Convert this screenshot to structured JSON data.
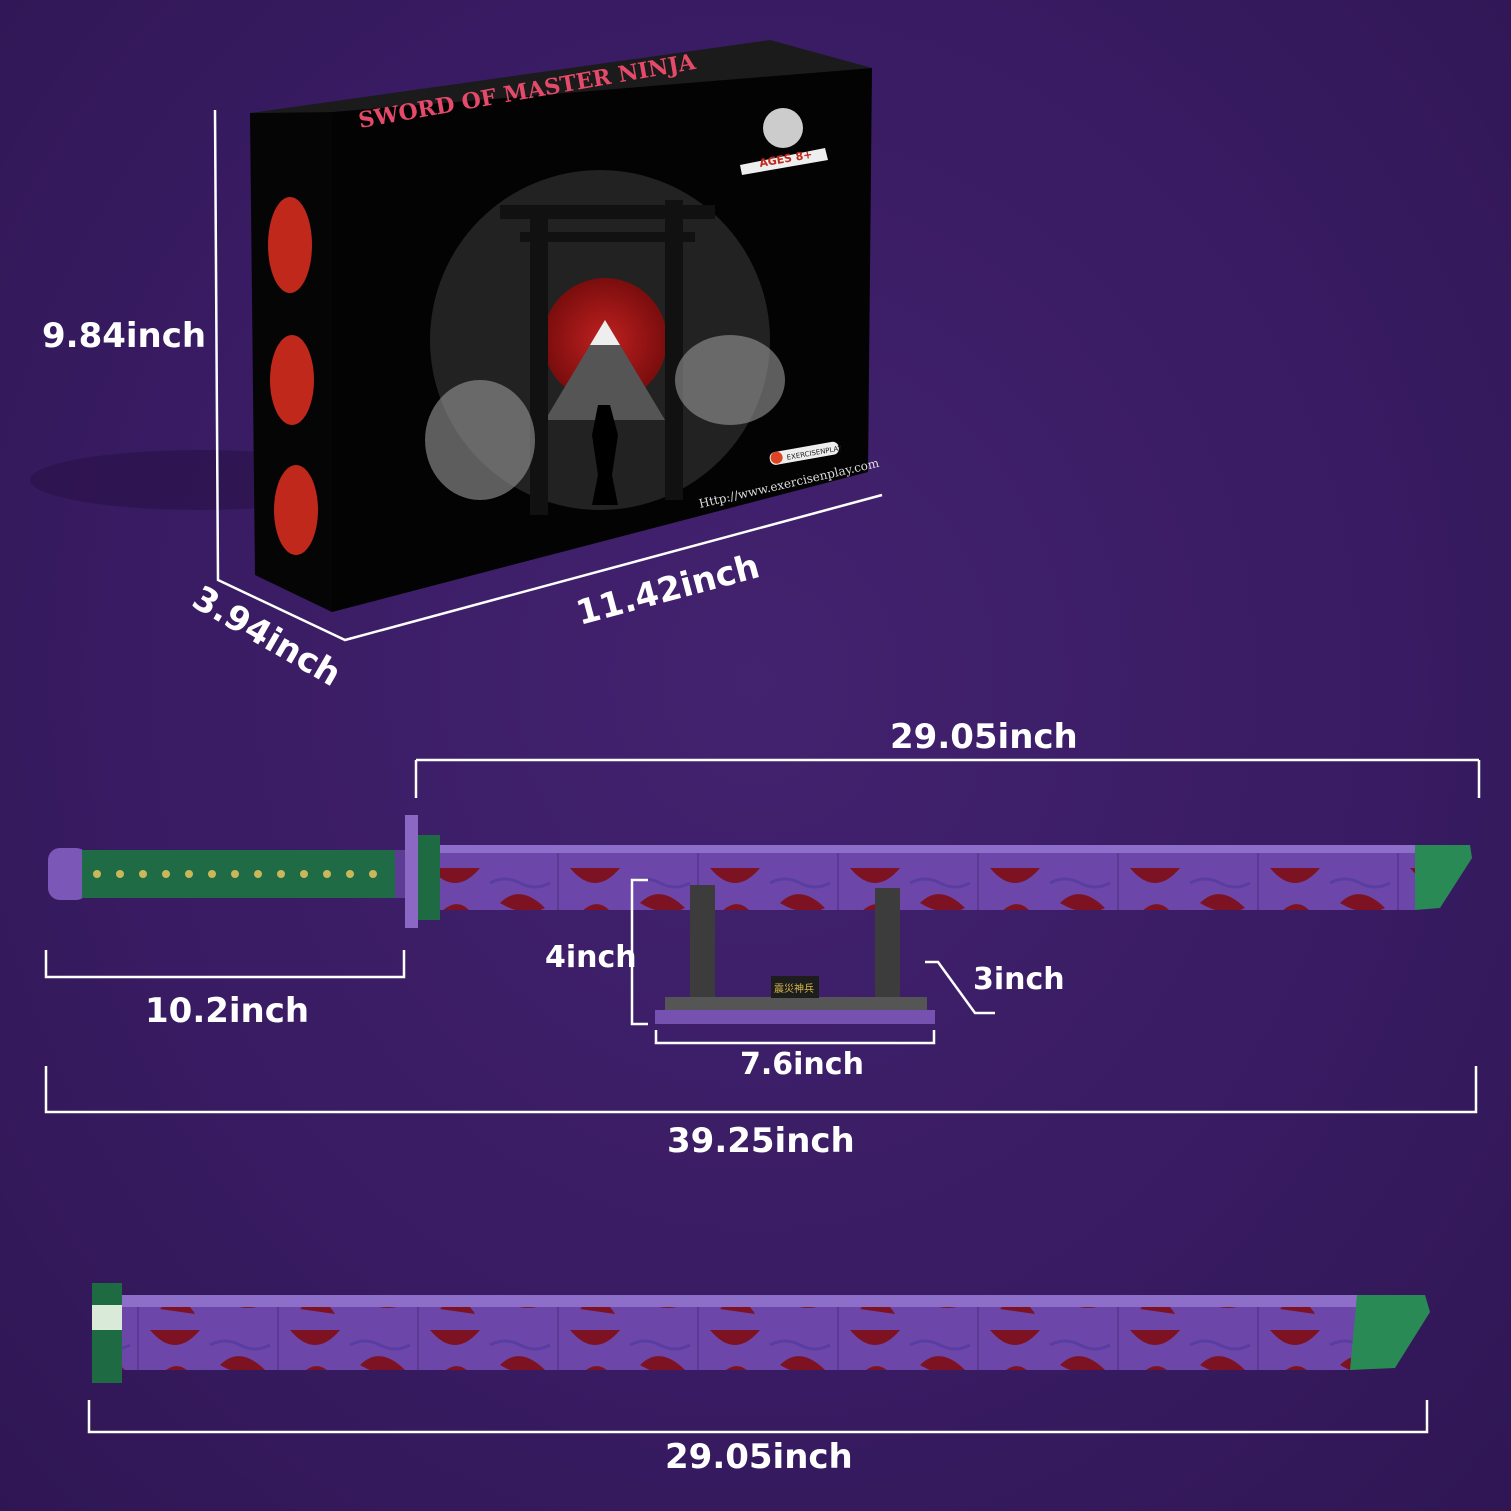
{
  "box": {
    "title": "SWORD OF MASTER NINJA",
    "age_badge": "AGES 8+",
    "brand_search": "EXERCISENPLAY",
    "url": "Http://www.exercisenplay.com"
  },
  "dimensions": {
    "box_height": "9.84inch",
    "box_width": "11.42inch",
    "box_depth": "3.94inch",
    "blade_length": "29.05inch",
    "handle_length": "10.2inch",
    "total_length": "39.25inch",
    "stand_height": "4inch",
    "stand_depth": "3inch",
    "stand_width": "7.6inch",
    "sheath_length": "29.05inch"
  },
  "stand": {
    "plaque": "震災神兵"
  },
  "colors": {
    "background": "#381b62",
    "blade": "#6a45a8",
    "pattern": "#7a1020",
    "grip": "#1f6b45"
  }
}
